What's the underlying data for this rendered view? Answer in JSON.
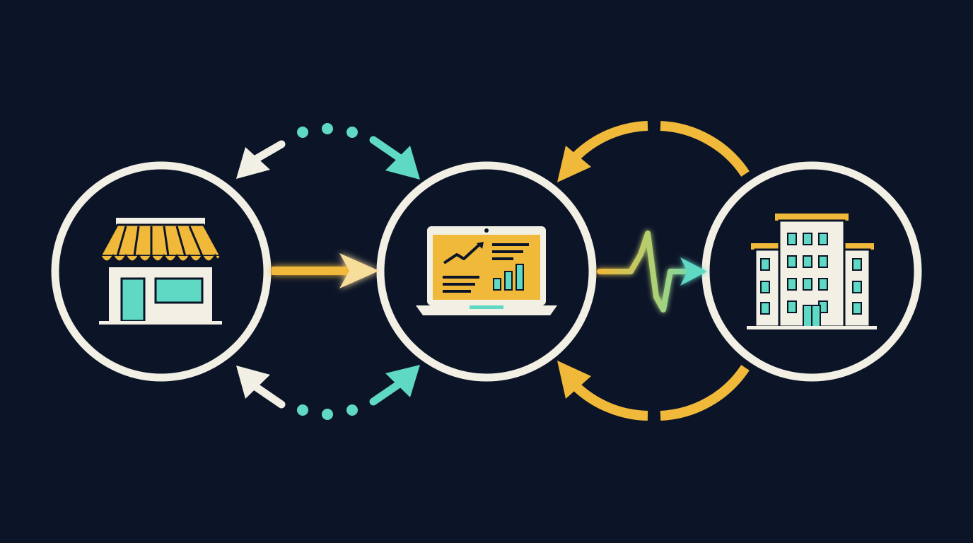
{
  "colors": {
    "background": "#0c1428",
    "ring": "#f2efe4",
    "yellow": "#f0b93a",
    "teal": "#5fd9c4",
    "dark": "#0c1428",
    "cream": "#f2efe4"
  },
  "nodes": [
    {
      "id": "store",
      "icon": "storefront-icon"
    },
    {
      "id": "laptop",
      "icon": "laptop-analytics-icon"
    },
    {
      "id": "office",
      "icon": "office-building-icon"
    }
  ],
  "connectors": [
    {
      "from": "store",
      "to": "laptop",
      "style": "dotted-arc",
      "color": "teal",
      "position": "top"
    },
    {
      "from": "laptop",
      "to": "store",
      "style": "dotted-arc",
      "color": "cream",
      "position": "bottom"
    },
    {
      "from": "store",
      "to": "laptop",
      "style": "glowing-arrow",
      "color": "yellow"
    },
    {
      "from": "laptop",
      "to": "office",
      "style": "pulse-line",
      "color": "yellow-to-teal"
    },
    {
      "from": "office",
      "to": "laptop",
      "style": "arc-arrow",
      "color": "yellow",
      "position": "top"
    },
    {
      "from": "office",
      "to": "laptop",
      "style": "arc-arrow",
      "color": "yellow",
      "position": "bottom"
    }
  ]
}
